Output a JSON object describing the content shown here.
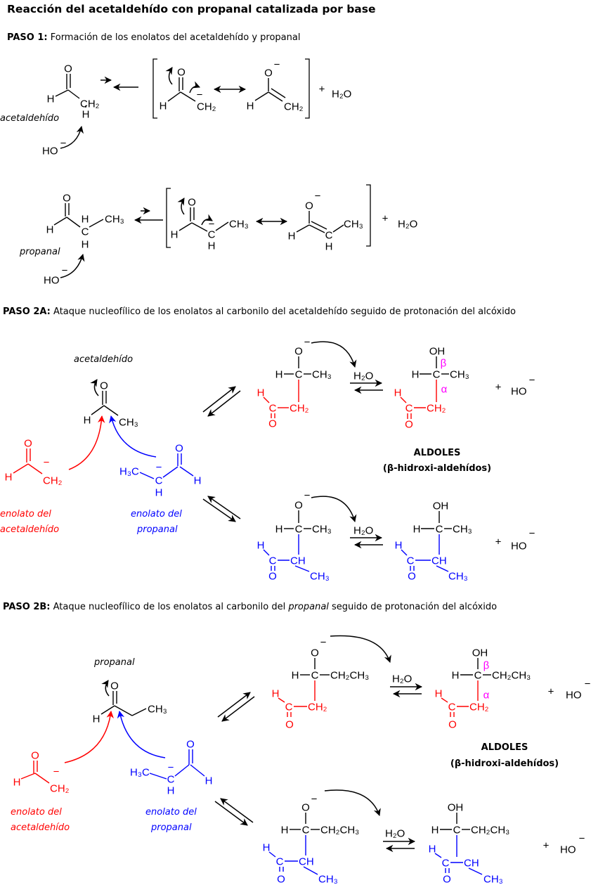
{
  "title": "Reacción del acetaldehído con propanal catalizada por base",
  "paso1": {
    "label": "PASO 1:",
    "text": " Formación de los enolatos del acetaldehído y propanal"
  },
  "paso2a": {
    "label": "PASO 2A:",
    "text": " Ataque nucleofílico de los enolatos al carbonilo del acetaldehído seguido de protonación del alcóxido"
  },
  "paso2b": {
    "label": "PASO 2B:",
    "text_before": " Ataque nucleofílico de los enolatos al carbonilo del ",
    "text_italic": "propanal",
    "text_after": " seguido de protonación del alcóxido"
  },
  "names": {
    "acetaldehido": "acetaldehído",
    "propanal": "propanal",
    "enolato_del": "enolato del",
    "enolato_acetaldehido_2": "acetaldehído",
    "enolato_propanal_2": "propanal",
    "aldoles": "ALDOLES",
    "aldoles_sub": "(β-hidroxi-aldehídos)"
  },
  "atoms": {
    "O": "O",
    "H": "H",
    "C": "C",
    "CH": "CH",
    "CH2": "CH₂",
    "CH3": "CH₃",
    "H3C": "H₃C",
    "CH2CH3": "CH₂CH₃",
    "OH": "OH",
    "HO": "HO",
    "H2O": "H₂O",
    "minus": "−",
    "plus": "+",
    "beta": "β",
    "alpha": "α"
  },
  "colors": {
    "black": "#000000",
    "red": "#ff0000",
    "blue": "#0000ff",
    "magenta": "#ff00ff"
  }
}
